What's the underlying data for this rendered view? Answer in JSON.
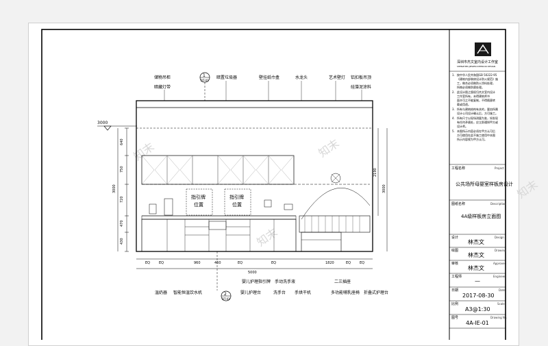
{
  "studio": {
    "name": "深圳市杰文室内设计工作室",
    "name_en": "SHENZHEN JIEWEN INTERIOR DESIGN"
  },
  "notes": [
    "1.",
    "按中华人民共和国GB 50222-95",
    "《建筑内部装修设计防火规范》施",
    "工，做合必须做防火涂料处理，",
    "所物必须做防腐处理。",
    "2.",
    "此设计图之版权归杰文室内设计",
    "工作室所有，未得建筑师书",
    "面许可之不能复制，不得随意转",
    "载或用途。",
    "3.",
    "所有与建筑结构有关的，要由所属",
    "设计公司设计确认后，方可施工。",
    "4.",
    "所有尺寸以现场测量为准，如发现",
    "有任何矛盾处，应立即通知甲方或",
    "设计师。",
    "5.",
    "本图所示内容必须在甲方认可后",
    "方可使用在此不施工使用中本图",
    "所示内容视为甲方认可。"
  ],
  "title_block": {
    "project_label": "工程名称",
    "project_label_en": "Project",
    "project_name": "公共场所母婴室样板房设计",
    "drawing_label": "图纸名称",
    "drawing_label_en": "Description",
    "drawing_name": "4A级样板房立面图",
    "rows": [
      {
        "label": "设计",
        "en": "Design",
        "value": "林杰文"
      },
      {
        "label": "绘图",
        "en": "Drawing",
        "value": "林杰文"
      },
      {
        "label": "审核",
        "en": "Approved",
        "value": "林杰文"
      },
      {
        "label": "工程师",
        "en": "Engineer",
        "value": "—"
      },
      {
        "label": "日期",
        "en": "Date",
        "value": "2017-08-30"
      },
      {
        "label": "比例",
        "en": "Scale",
        "value": "A3@1:30"
      },
      {
        "label": "图号",
        "en": "Drawing No.",
        "value": "4A-IE-01"
      }
    ]
  },
  "elevation": {
    "level": "3000",
    "top_labels": [
      "储物吊柜",
      "暗藏灯带",
      "暗置垃圾器",
      "壁挂纸巾盒",
      "水龙头",
      "艺术壁灯",
      "铝扣板吊顶",
      "硅藻泥涂料"
    ],
    "section_top": {
      "num": "1",
      "ref": "DT-01"
    },
    "section_bottom": {
      "num": "2",
      "ref": "DT-02"
    },
    "sign_text": [
      "指引牌",
      "位置"
    ],
    "left_dims": [
      "640",
      "750",
      "720",
      "470",
      "430"
    ],
    "right_dims_inner": [
      "2190"
    ],
    "right_dims_outer": [
      "3000"
    ],
    "left_dim_total": "3000",
    "bottom_dims": [
      "EQ",
      "EQ",
      "960",
      "460",
      "EQ",
      "EQ",
      "1820",
      "EQ",
      "EQ"
    ],
    "bottom_total": "5000",
    "bottom_labels_row1": [
      "婴儿护理指引牌",
      "手动洗手液",
      "二三插座"
    ],
    "bottom_labels_row2": [
      "温奶器",
      "智能恒温饮水机",
      "婴儿护理台",
      "洗手台",
      "手烘干机",
      "多功能哺乳座椅",
      "折叠式护理台"
    ],
    "legend": {
      "type": "line",
      "series": []
    }
  },
  "watermark": "知末"
}
